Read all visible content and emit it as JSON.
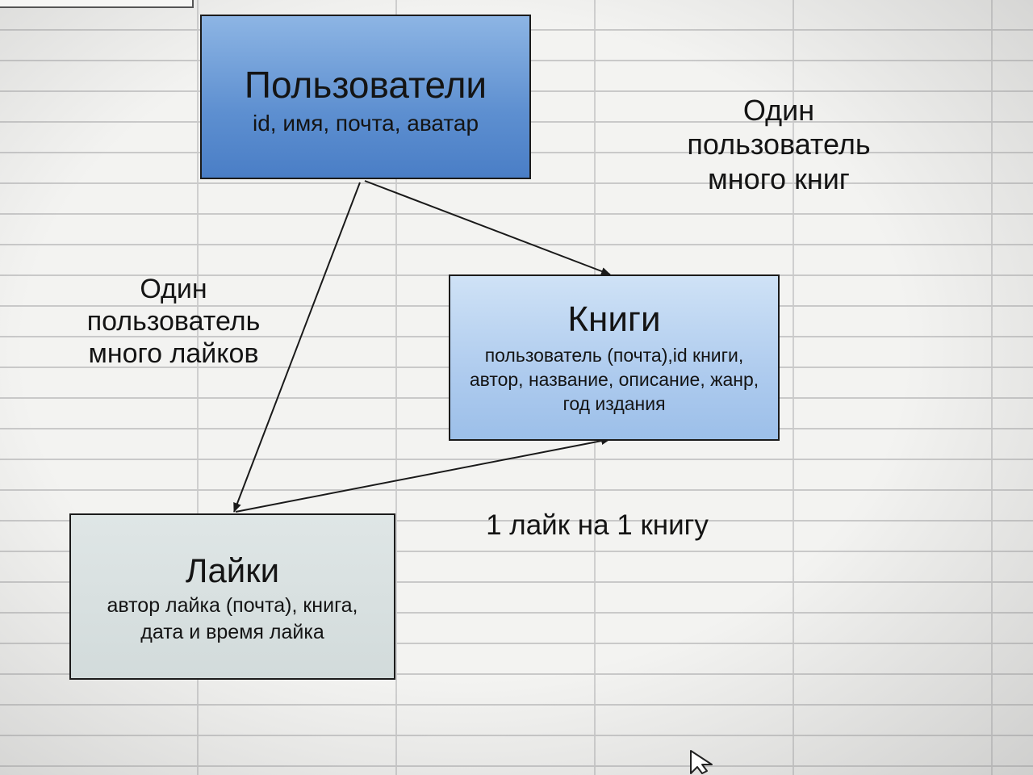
{
  "entities": {
    "users": {
      "title": "Пользователи",
      "fields": "id, имя, почта, аватар",
      "fill": "#5d8fd0"
    },
    "books": {
      "title": "Книги",
      "fields": "пользователь (почта),id книги, автор, название, описание, жанр, год издания",
      "fill": "#aecbee"
    },
    "likes": {
      "title": "Лайки",
      "fields": "автор лайка (почта), книга, дата и время лайка",
      "fill": "#d2dbdb"
    }
  },
  "notes": {
    "user_books": "Один пользователь много книг",
    "user_likes": "Один пользователь много лайков",
    "like_book": "1 лайк на 1 книгу"
  },
  "relations": [
    {
      "from": "users",
      "to": "books"
    },
    {
      "from": "users",
      "to": "likes"
    },
    {
      "from": "likes",
      "to": "books"
    }
  ],
  "icons": {
    "cursor": "mouse-pointer-icon"
  }
}
